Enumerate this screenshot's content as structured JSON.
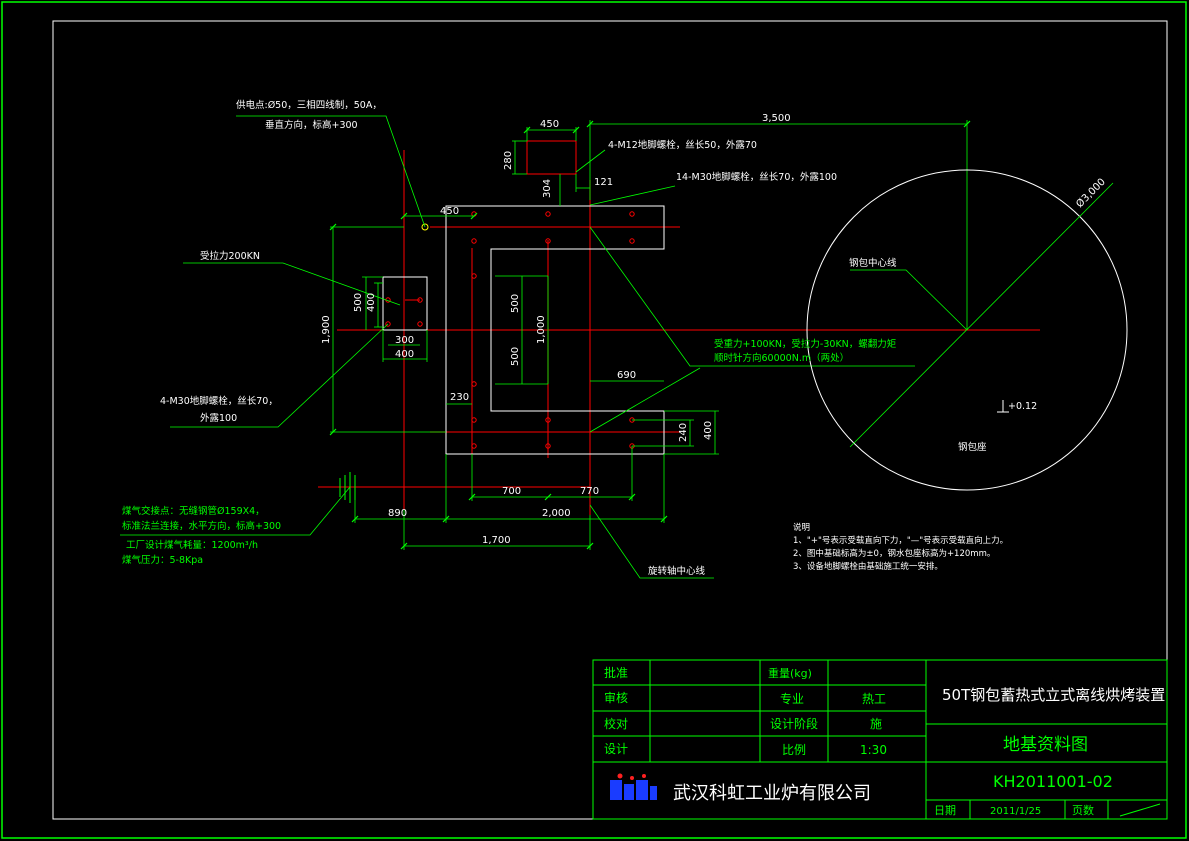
{
  "colors": {
    "background": "#000000",
    "border": "#00ff00",
    "frame": "#ffffff",
    "dimension": "#00ff00",
    "centerline": "#ff0000",
    "bolt": "#ff0000",
    "note_text": "#00ff00",
    "label_text": "#ffffff",
    "title_text": "#00ff00",
    "logo_blue": "#1a3cff",
    "logo_red": "#ff2020"
  },
  "dimensions": {
    "d3500": "3,500",
    "d450_top": "450",
    "d280": "280",
    "d304": "304",
    "d121": "121",
    "d450_left": "450",
    "d1900": "1,900",
    "d500_left": "500",
    "d400_left": "400",
    "d300": "300",
    "d400_bottom": "400",
    "d500_upper": "500",
    "d500_lower": "500",
    "d1000": "1,000",
    "d690": "690",
    "d230": "230",
    "d240": "240",
    "d400_right": "400",
    "d700": "700",
    "d770": "770",
    "d890": "890",
    "d2000": "2,000",
    "d1700": "1,700",
    "phi3000": "Ø3,000"
  },
  "annotations": {
    "power_line1": "供电点:Ø50，三相四线制，50A，",
    "power_line2": "垂直方向，标高+300",
    "bolts_m12": "4-M12地脚螺栓，丝长50，外露70",
    "bolts_m30_top": "14-M30地脚螺栓，丝长70，外露100",
    "tension": "受拉力200KN",
    "bolts_m30_left1": "4-M30地脚螺栓，丝长70，",
    "bolts_m30_left2": "外露100",
    "load1": "受重力+100KN，受拉力-30KN，螺翻力矩",
    "load2": "顺时针方向60000N.m（两处）",
    "gas1": "煤气交接点：无缝钢管Ø159X4，",
    "gas2": "标准法兰连接，水平方向，标高+300",
    "gas3": "工厂设计煤气耗量：1200m³/h",
    "gas4": "煤气压力：5-8Kpa",
    "axis": "旋转轴中心线",
    "ladle_center": "钢包中心线",
    "elevation": "+0.12",
    "ladle_seat": "钢包座"
  },
  "notes": {
    "title": "说明",
    "n1": "1、\"+\"号表示受载直向下力，\"—\"号表示受载直向上力。",
    "n2": "2、图中基础标高为±0，钢水包座标高为+120mm。",
    "n3": "3、设备地脚螺栓由基础施工统一安排。"
  },
  "title_block": {
    "approve": "批准",
    "review": "审核",
    "check": "校对",
    "design": "设计",
    "weight": "重量(kg)",
    "discipline": "专业",
    "discipline_value": "热工",
    "stage": "设计阶段",
    "stage_value": "施",
    "scale": "比例",
    "scale_value": "1:30",
    "company": "武汉科虹工业炉有限公司",
    "project": "50T钢包蓄热式立式离线烘烤装置",
    "drawing_name": "地基资料图",
    "drawing_no": "KH2011001-02",
    "date_label": "日期",
    "date_value": "2011/1/25",
    "page_label": "页数"
  }
}
